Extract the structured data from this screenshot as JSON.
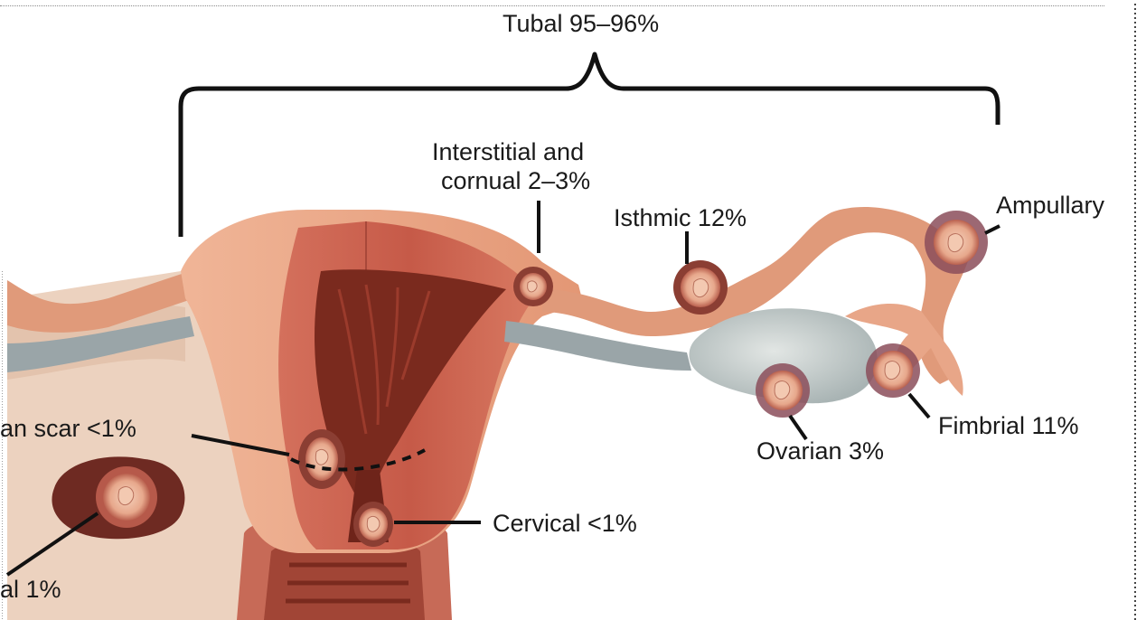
{
  "diagram": {
    "title": "Tubal 95–96%",
    "labels": {
      "interstitial_line1": "Interstitial and",
      "interstitial_line2": "cornual 2–3%",
      "isthmic": "Isthmic 12%",
      "ampullary": "Ampullary",
      "fimbrial": "Fimbrial 11%",
      "ovarian": "Ovarian 3%",
      "cervical": "Cervical <1%",
      "cesarean_scar": "an scar <1%",
      "abdominal": "al 1%"
    },
    "colors": {
      "uterus_outer": "#e8a283",
      "uterus_muscle": "#c8604e",
      "uterus_cavity": "#7a2a1e",
      "tube": "#e09a7a",
      "ovary": "#b9c4c4",
      "ligament": "#9aa5a8",
      "peritoneum": "#ecd2bf",
      "embryo_sac": "#b85d4d",
      "implant_dark": "#7b3a32",
      "line": "#111111"
    }
  }
}
